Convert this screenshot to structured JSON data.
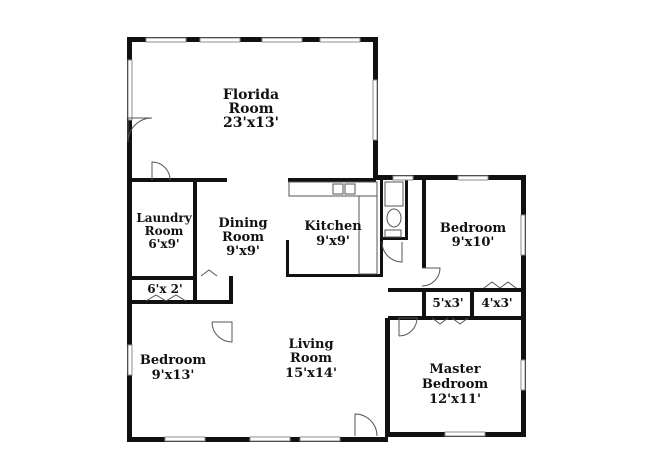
{
  "rooms": {
    "florida_room": {
      "name_line1": "Florida",
      "name_line2": "Room",
      "dims": "23'x13'"
    },
    "laundry_room": {
      "name_line1": "Laundry",
      "name_line2": "Room",
      "dims": "6'x9'"
    },
    "dining_room": {
      "name_line1": "Dining",
      "name_line2": "Room",
      "dims": "9'x9'"
    },
    "kitchen": {
      "name": "Kitchen",
      "dims": "9'x9'"
    },
    "bedroom_right": {
      "name": "Bedroom",
      "dims": "9'x10'"
    },
    "closet_left": {
      "dims": "6'x 2'"
    },
    "closet_master": {
      "dims": "5'x3'"
    },
    "closet_bedroom": {
      "dims": "4'x3'"
    },
    "bedroom_left": {
      "name": "Bedroom",
      "dims": "9'x13'"
    },
    "living_room": {
      "name_line1": "Living",
      "name_line2": "Room",
      "dims": "15'x14'"
    },
    "master_bedroom": {
      "name_line1": "Master",
      "name_line2": "Bedroom",
      "dims": "12'x11'"
    }
  },
  "colors": {
    "wall": "#111111",
    "window": "#8c8c8c",
    "fixture": "#555555",
    "background": "#ffffff"
  }
}
